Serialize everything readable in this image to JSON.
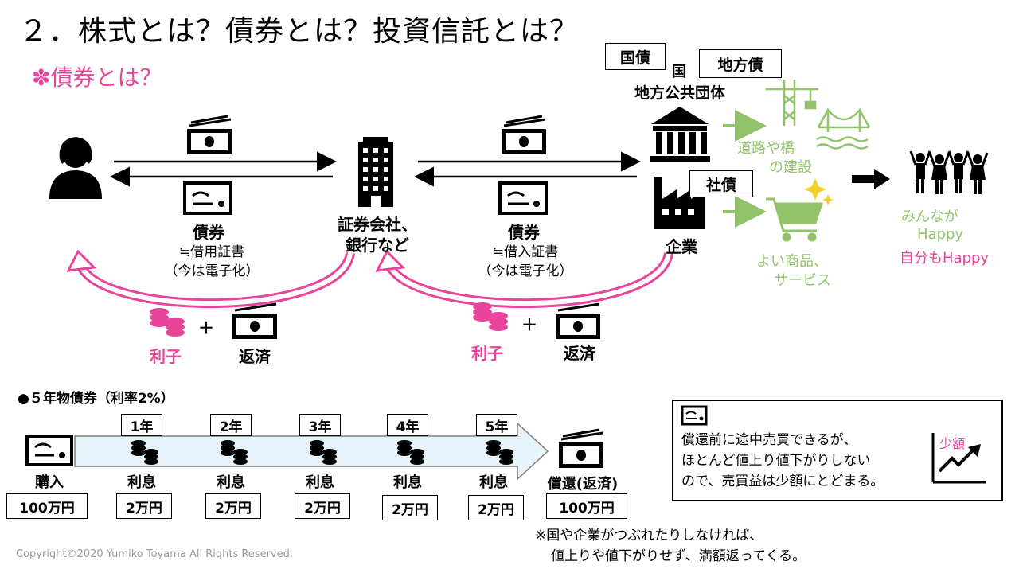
{
  "title": "２．株式とは？債券とは？投資信託とは？",
  "subtitle": "✽債券とは？",
  "flow": {
    "investor_bond_label": "債券",
    "investor_bond_desc1": "≒借用証書",
    "investor_bond_desc2": "（今は電子化）",
    "broker_label1": "証券会社、",
    "broker_label2": "銀行など",
    "issuer_bond_label": "債券",
    "issuer_bond_desc1": "≒借入証書",
    "issuer_bond_desc2": "（今は電子化）",
    "interest_label": "利子",
    "plus": "＋",
    "repay_label": "返済"
  },
  "issuers": {
    "kokusai": "国債",
    "chihousai": "地方債",
    "gov_label1": "国",
    "gov_label2": "地方公共団体",
    "shasai": "社債",
    "company_label": "企業"
  },
  "outcomes": {
    "roads1": "道路や橋",
    "roads2": "の建設",
    "goods1": "よい商品、",
    "goods2": "サービス",
    "happy1": "みんなが",
    "happy2": "Happy",
    "happy3": "自分もHappy"
  },
  "timeline": {
    "heading": "●５年物債券（利率2%）",
    "purchase_label": "購入",
    "purchase_amount": "100万円",
    "years": [
      "1年",
      "2年",
      "3年",
      "4年",
      "5年"
    ],
    "interest_label": "利息",
    "interest_amount": "2万円",
    "redeem_label": "償還(返済)",
    "redeem_amount": "100万円"
  },
  "infobox": {
    "line1": "償還前に途中売買できるが、",
    "line2": "ほとんど値上り値下がりしない",
    "line3": "ので、売買益は少額にとどまる。",
    "graph_label": "少額"
  },
  "footnote": {
    "line1": "※国や企業がつぶれたりしなければ、",
    "line2": "値上りや値下がりせず、満額返ってくる。"
  },
  "copyright": "Copyright©2020 Yumiko Toyama All Rights Reserved.",
  "colors": {
    "pink": "#e8449a",
    "green": "#92c36a",
    "arrow_fill": "#e6f3fb"
  }
}
